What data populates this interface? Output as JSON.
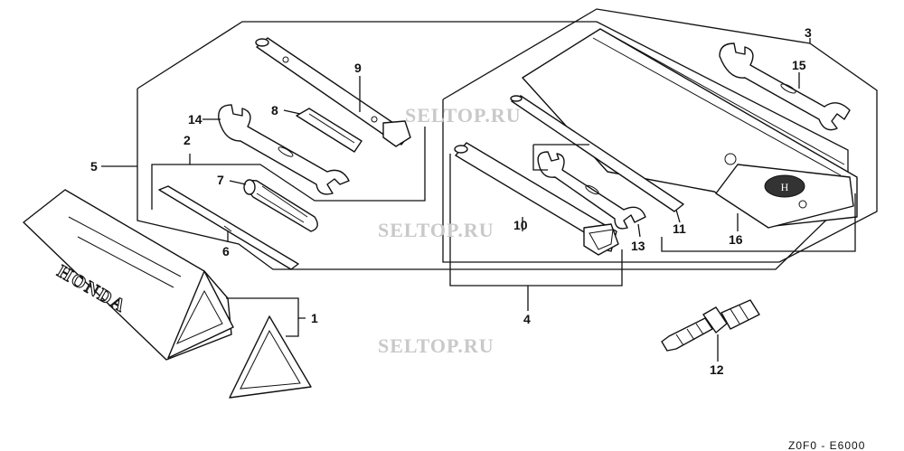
{
  "watermarks": [
    "SELTOP.RU",
    "SELTOP.RU",
    "SELTOP.RU"
  ],
  "brand_text": "HONDA",
  "diagram_code": "Z0F0 - E6000",
  "callouts": {
    "c1": "1",
    "c2": "2",
    "c3": "3",
    "c4": "4",
    "c5": "5",
    "c6": "6",
    "c7": "7",
    "c8": "8",
    "c9": "9",
    "c10": "10",
    "c11": "11",
    "c12": "12",
    "c13": "13",
    "c14": "14",
    "c15": "15",
    "c16": "16"
  },
  "parts": [
    {
      "ref": "1",
      "name": "tool-case-lid"
    },
    {
      "ref": "2",
      "name": "screwdriver-blade"
    },
    {
      "ref": "3",
      "name": "open-end-wrench-set"
    },
    {
      "ref": "4",
      "name": "socket-wrench-set"
    },
    {
      "ref": "5",
      "name": "tool-set"
    },
    {
      "ref": "6",
      "name": "screwdriver-blade-tip"
    },
    {
      "ref": "7",
      "name": "screwdriver-grip"
    },
    {
      "ref": "8",
      "name": "spark-plug-gap-tool"
    },
    {
      "ref": "9",
      "name": "box-socket-wrench"
    },
    {
      "ref": "10",
      "name": "box-socket-wrench"
    },
    {
      "ref": "11",
      "name": "socket-bar"
    },
    {
      "ref": "12",
      "name": "spark-plug"
    },
    {
      "ref": "13",
      "name": "open-end-wrench"
    },
    {
      "ref": "14",
      "name": "open-end-wrench"
    },
    {
      "ref": "15",
      "name": "open-end-wrench"
    },
    {
      "ref": "16",
      "name": "tool-bag"
    }
  ]
}
